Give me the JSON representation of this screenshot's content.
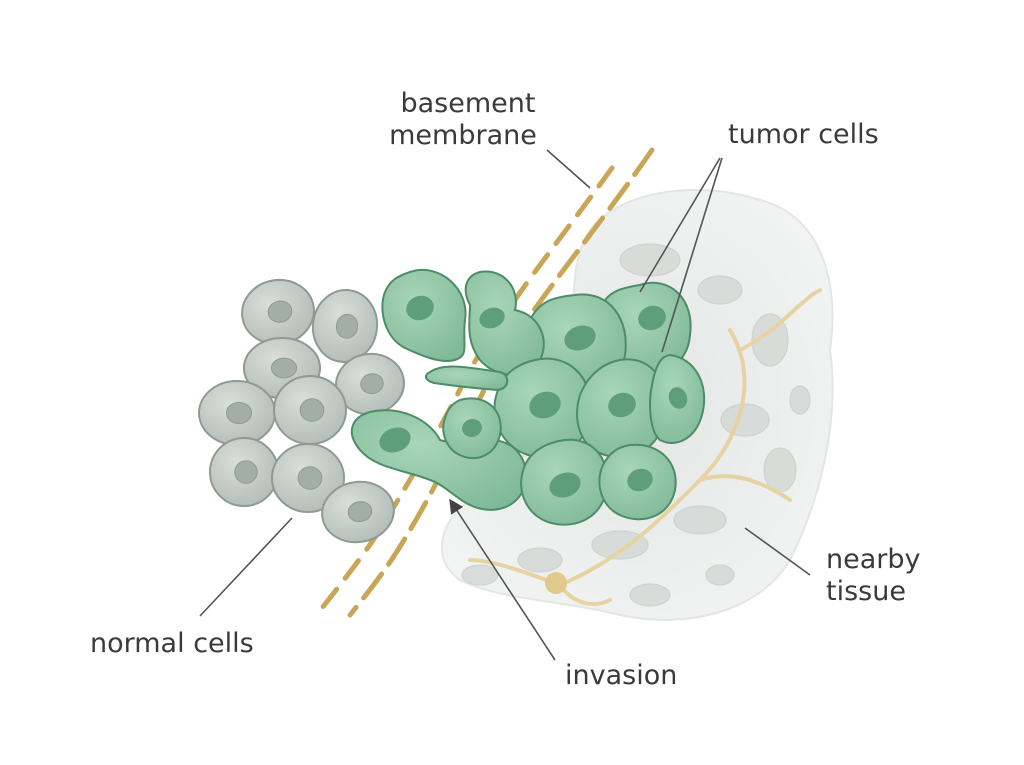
{
  "labels": {
    "basement_membrane_line1": "basement",
    "basement_membrane_line2": "membrane",
    "tumor_cells": "tumor cells",
    "normal_cells": "normal cells",
    "invasion": "invasion",
    "nearby_tissue_line1": "nearby",
    "nearby_tissue_line2": "tissue"
  },
  "colors": {
    "normal_cell_fill": "#bcc4bf",
    "normal_cell_stroke": "#8e9a93",
    "normal_nucleus": "#a3aea8",
    "tumor_cell_fill": "#8cc4a2",
    "tumor_cell_stroke": "#4d8c68",
    "tumor_nucleus": "#5e9e78",
    "membrane": "#c9a556",
    "tissue": "#e4e7e5",
    "fiber": "#e6d3a2"
  }
}
